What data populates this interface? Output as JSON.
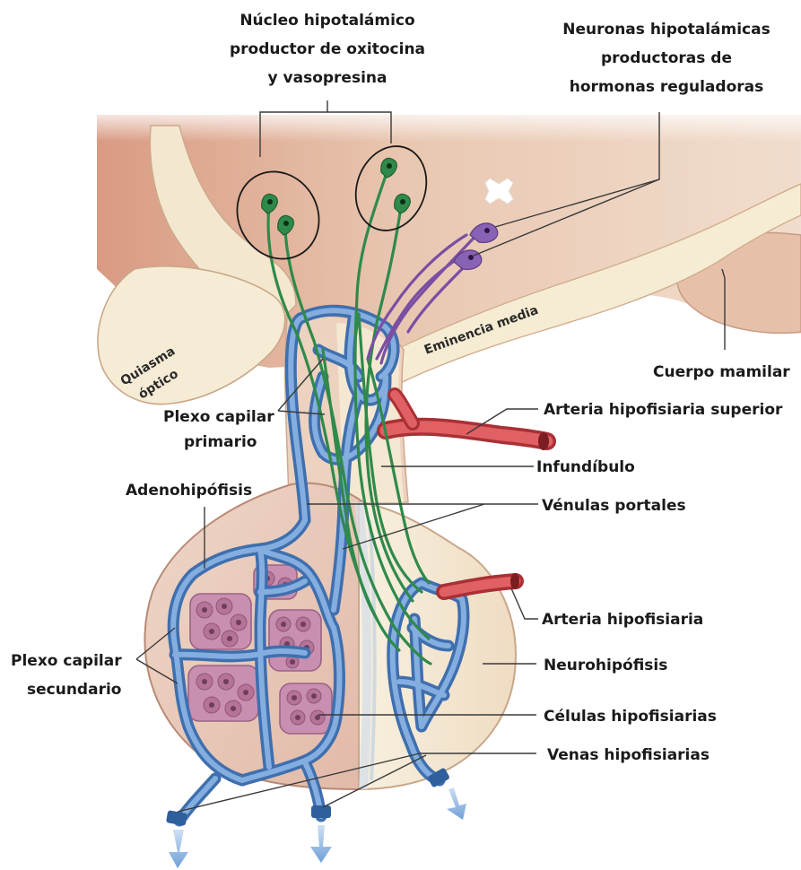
{
  "labels": {
    "nucleo_l1": "Núcleo hipotalámico",
    "nucleo_l2": "productor de oxitocina",
    "nucleo_l3": "y vasopresina",
    "neuronas_l1": "Neuronas hipotalámicas",
    "neuronas_l2": "productoras de",
    "neuronas_l3": "hormonas reguladoras",
    "eminencia": "Eminencia media",
    "quiasma_l1": "Quiasma",
    "quiasma_l2": "óptico",
    "cuerpo_mamilar": "Cuerpo mamilar",
    "plexo_primario_l1": "Plexo capilar",
    "plexo_primario_l2": "primario",
    "arteria_superior": "Arteria hipofisiaria superior",
    "infundibulo": "Infundíbulo",
    "adenohipofisis": "Adenohipófisis",
    "venulas_portales": "Vénulas portales",
    "arteria_hipofisiaria": "Arteria hipofisiaria",
    "plexo_secundario_l1": "Plexo capilar",
    "plexo_secundario_l2": "secundario",
    "neurohipofisis": "Neurohipófisis",
    "celulas": "Células hipofisiarias",
    "venas": "Venas hipofisiarias"
  },
  "icons": {
    "glyph": "tooth-shaped-marker-icon"
  },
  "colors": {
    "tissue": "#e8cdb7",
    "tissue_dark": "#d9a58a",
    "cream": "#f6eed8",
    "vein": "#5b8fd0",
    "artery": "#d9484a",
    "axon_green": "#2f8a4a",
    "axon_purple": "#7a4fa3",
    "cells": "#c98fb0"
  }
}
